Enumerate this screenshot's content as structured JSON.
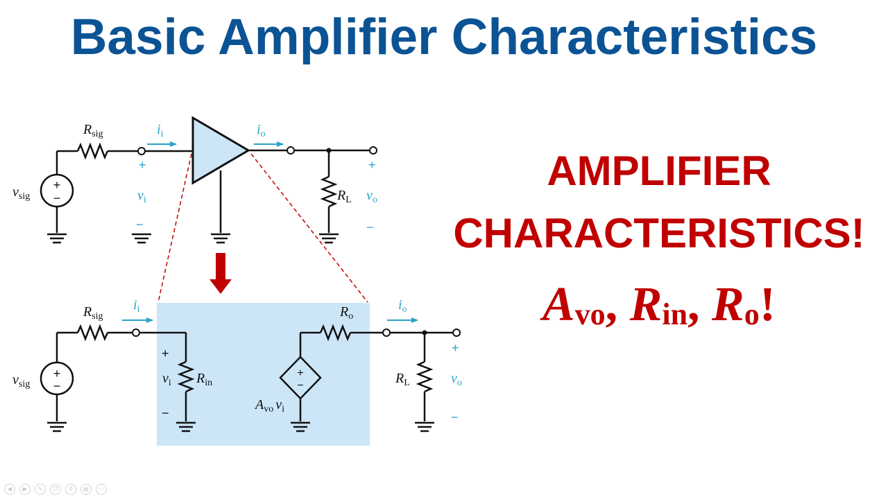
{
  "title": "Basic Amplifier Characteristics",
  "headline": {
    "line1": "AMPLIFIER",
    "line2": "CHARACTERISTICS!"
  },
  "params": {
    "a_main": "A",
    "a_sub": "vo",
    "sep1": ", ",
    "r1_main": "R",
    "r1_sub": "in",
    "sep2": ", ",
    "r2_main": "R",
    "r2_sub": "o",
    "end": "!"
  },
  "diagram": {
    "top": {
      "rsig": "R",
      "rsig_sub": "sig",
      "vsig": "v",
      "vsig_sub": "sig",
      "ii": "i",
      "ii_sub": "i",
      "io": "i",
      "io_sub": "o",
      "vi": "v",
      "vi_sub": "i",
      "vo": "v",
      "vo_sub": "o",
      "rl": "R",
      "rl_sub": "L",
      "plus": "+",
      "minus": "−"
    },
    "bottom": {
      "rsig": "R",
      "rsig_sub": "sig",
      "vsig": "v",
      "vsig_sub": "sig",
      "ii": "i",
      "ii_sub": "i",
      "io": "i",
      "io_sub": "o",
      "vi": "v",
      "vi_sub": "i",
      "rin": "R",
      "rin_sub": "in",
      "ro": "R",
      "ro_sub": "o",
      "avo": "A",
      "avo_sub": "vo",
      "avo_v": "v",
      "avo_v_sub": "i",
      "rl": "R",
      "rl_sub": "L",
      "vo": "v",
      "vo_sub": "o",
      "plus": "+",
      "minus": "−"
    }
  },
  "colors": {
    "title": "#0b5394",
    "headline": "#c00000",
    "highlight_box": "#cce6f7",
    "current_arrow": "#29a3c6",
    "down_arrow": "#c00000"
  },
  "toolbar_icons": [
    "back-icon",
    "forward-icon",
    "pen-icon",
    "copy-icon",
    "zoom-icon",
    "slides-icon",
    "more-icon"
  ]
}
